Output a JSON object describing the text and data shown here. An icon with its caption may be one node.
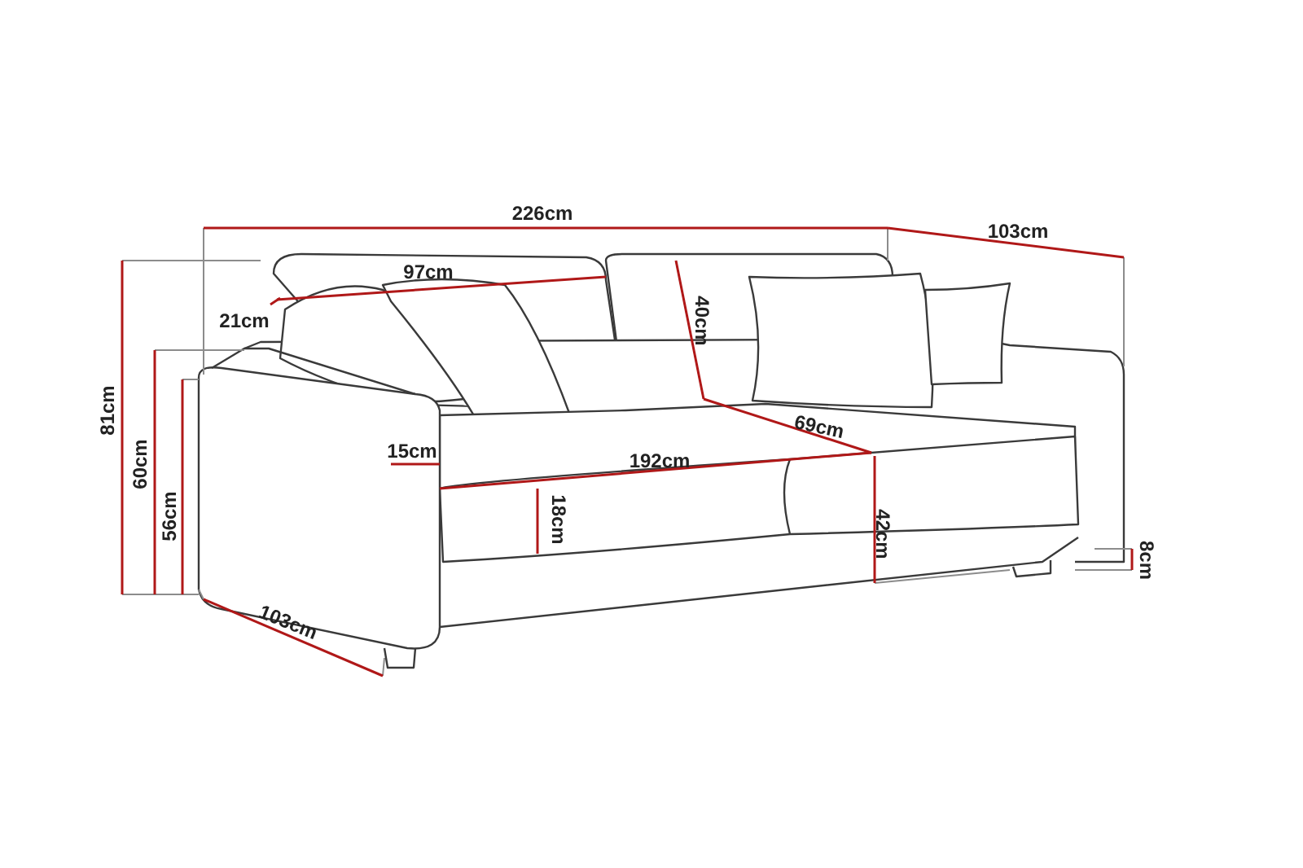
{
  "diagram": {
    "labels": [
      "226cm",
      "103cm",
      "97cm",
      "21cm",
      "40cm",
      "81cm",
      "60cm",
      "56cm",
      "69cm",
      "15cm",
      "192cm",
      "18cm",
      "42cm",
      "8cm",
      "103cm"
    ]
  }
}
